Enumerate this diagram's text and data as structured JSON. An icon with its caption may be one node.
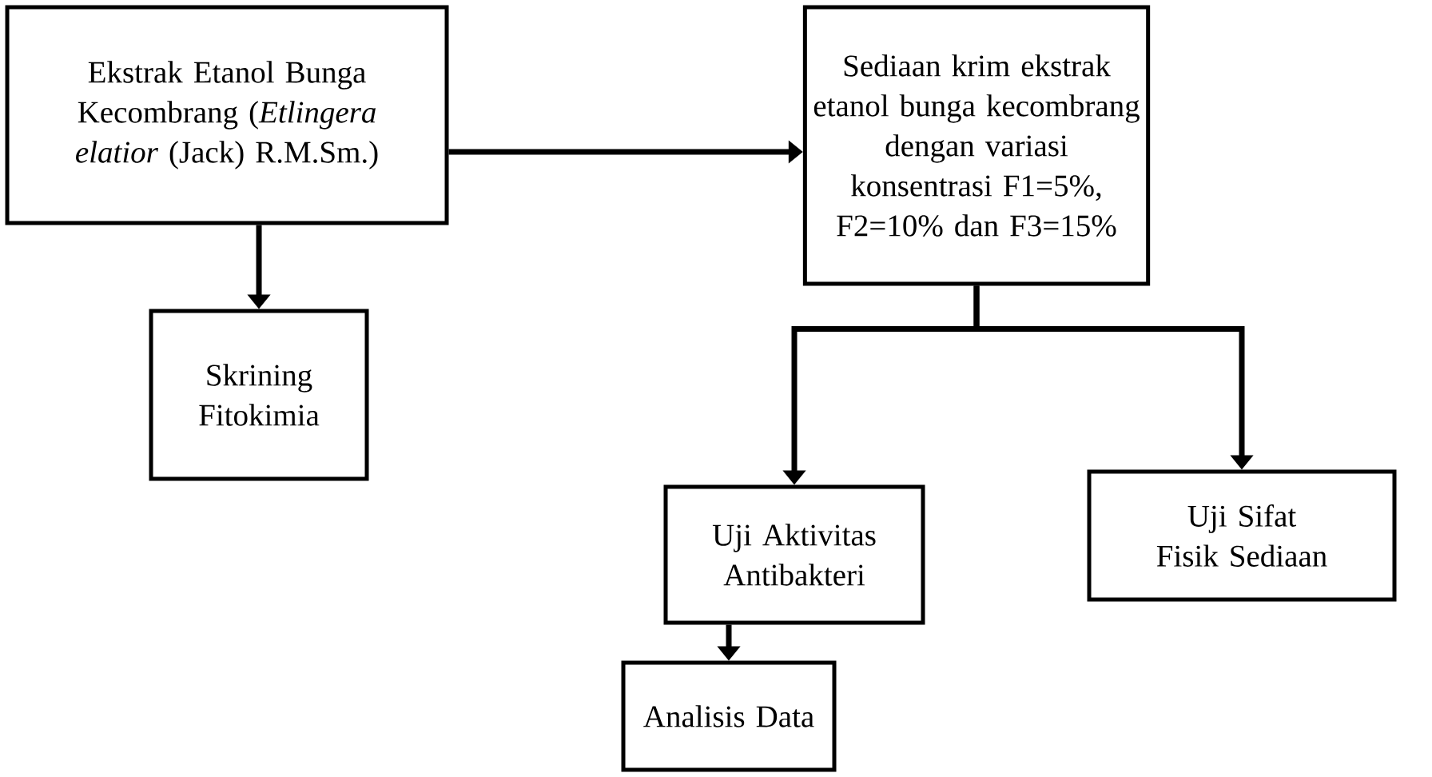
{
  "diagram": {
    "nodes": [
      {
        "text": [
          "Ekstrak Etanol Bunga Kecombrang (*Etlingera elatior* (Jack) R.M.Sm.)"
        ]
      },
      {
        "text": [
          "Sediaan krim ekstrak etanol bunga kecombrang dengan variasi konsentrasi F1=5%, F2=10% dan F3=15%"
        ]
      },
      {
        "text": [
          "Skrining Fitokimia"
        ]
      },
      {
        "text": [
          "Uji Aktivitas Antibakteri"
        ]
      },
      {
        "text": [
          "Uji Sifat Fisik Sediaan"
        ]
      },
      {
        "text": [
          "Analisis Data"
        ]
      }
    ],
    "edges": [
      {
        "from": 0,
        "to": 1,
        "arrow": "to"
      },
      {
        "from": 0,
        "to": 2,
        "arrow": "to"
      },
      {
        "from": 1,
        "to": 3,
        "arrow": "to"
      },
      {
        "from": 1,
        "to": 4,
        "arrow": "to"
      },
      {
        "from": 3,
        "to": 5,
        "arrow": "to"
      }
    ]
  }
}
